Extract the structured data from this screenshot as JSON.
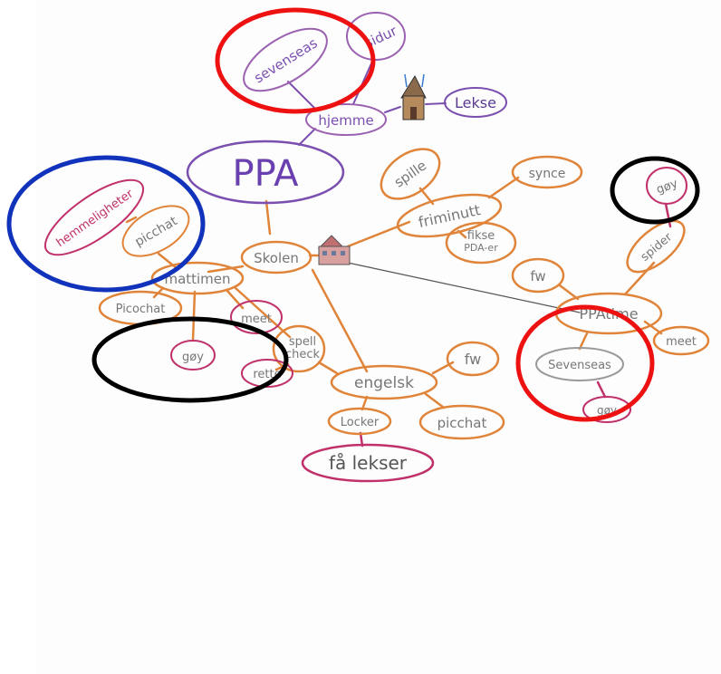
{
  "nodes": {
    "ppa": "PPA",
    "hjemme": "hjemme",
    "sevenseas_top": "sevenseas",
    "sidur": "sidur",
    "lekse": "Lekse",
    "hemmeligheter": "hemmeligheter",
    "picchat_left": "picchat",
    "skolen": "Skolen",
    "mattimen": "mattimen",
    "picochat": "Picochat",
    "meet_left": "meet",
    "goy_left": "gøy",
    "spell_check": "spell check",
    "rette": "rette",
    "engelsk": "engelsk",
    "fw_mid": "fw",
    "locker": "Locker",
    "picchat_bottom": "picchat",
    "fa_lekser": "få lekser",
    "spille": "spille",
    "friminutt": "friminutt",
    "synce": "synce",
    "fikse": "fikse PDA-er",
    "goy_right": "gøy",
    "spider": "spider",
    "fw_right": "fw",
    "ppatime": "PPAtime",
    "meet_right": "meet",
    "sevenseas_right": "Sevenseas",
    "goy_bottom": "gøy"
  },
  "colors": {
    "orange": "#e0843a",
    "purple": "#7a4fb0",
    "magenta": "#c0306a",
    "gray": "#9a9a9a",
    "red_circle": "#ee1111",
    "blue_circle": "#1133bb",
    "black_circle": "#000000"
  }
}
